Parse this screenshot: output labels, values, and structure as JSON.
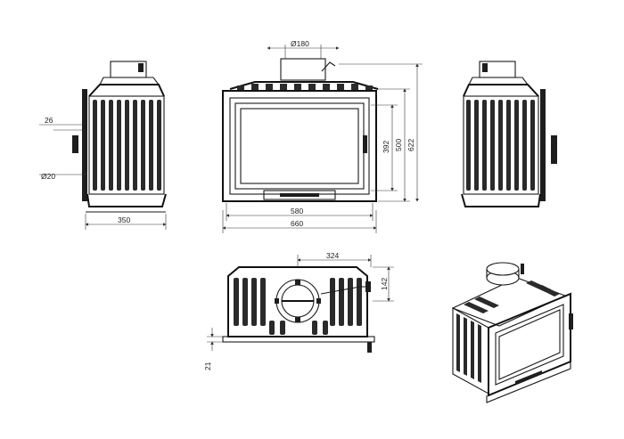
{
  "dimensions": {
    "flue_diameter": "Ø180",
    "side_offset": "26",
    "side_pipe_diameter": "Ø20",
    "side_depth": "350",
    "glass_height": "392",
    "door_height": "500",
    "total_height": "622",
    "door_width": "580",
    "total_width": "660",
    "top_offset": "324",
    "top_depth": "142",
    "base_offset": "21"
  }
}
